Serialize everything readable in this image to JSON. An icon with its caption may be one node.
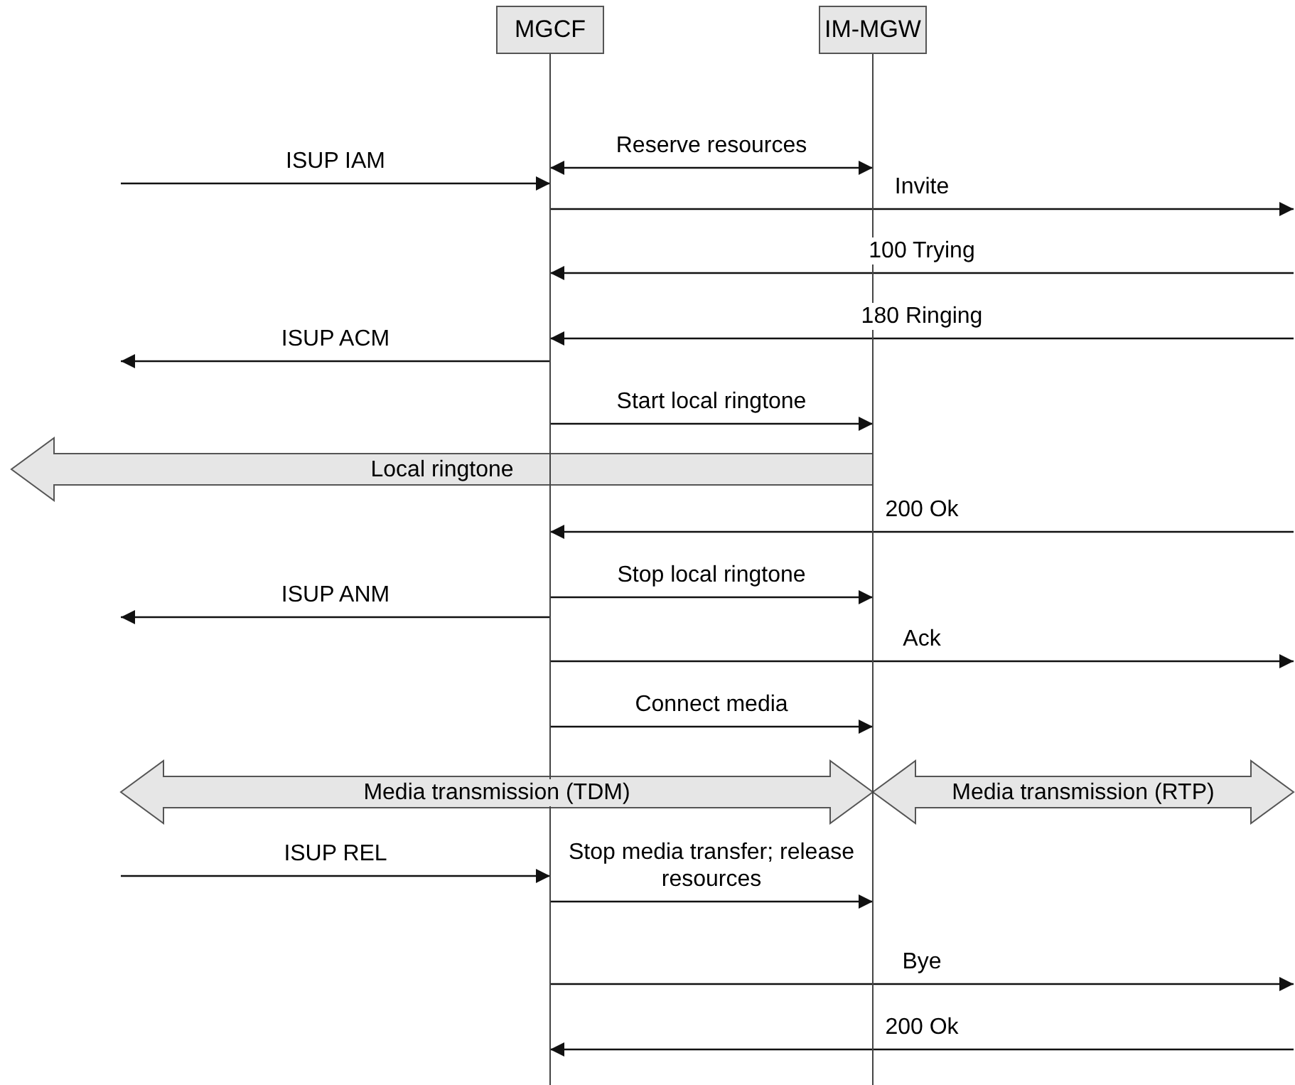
{
  "diagram": {
    "nodes": [
      {
        "text": [
          "MGCF"
        ]
      },
      {
        "text": [
          "IM-MGW"
        ]
      }
    ],
    "edges": [
      {
        "from": null,
        "to": 0,
        "arrow": "to",
        "label": "ISUP IAM"
      },
      {
        "from": 0,
        "to": 1,
        "arrow": "both",
        "label": "Reserve resources"
      },
      {
        "from": 0,
        "to": null,
        "arrow": "to",
        "label": "Invite"
      },
      {
        "from": null,
        "to": 0,
        "arrow": "to",
        "label": "100 Trying"
      },
      {
        "from": null,
        "to": 0,
        "arrow": "to",
        "label": "180 Ringing"
      },
      {
        "from": 0,
        "to": null,
        "arrow": "to",
        "label": "ISUP ACM"
      },
      {
        "from": 0,
        "to": 1,
        "arrow": "to",
        "label": "Start local ringtone"
      },
      {
        "from": 1,
        "to": null,
        "arrow": "to",
        "label": "Local ringtone",
        "style": "thick"
      },
      {
        "from": null,
        "to": 0,
        "arrow": "to",
        "label": "200 Ok"
      },
      {
        "from": 0,
        "to": 1,
        "arrow": "to",
        "label": "Stop local ringtone"
      },
      {
        "from": 0,
        "to": null,
        "arrow": "to",
        "label": "ISUP ANM"
      },
      {
        "from": 0,
        "to": null,
        "arrow": "to",
        "label": "Ack"
      },
      {
        "from": 0,
        "to": 1,
        "arrow": "to",
        "label": "Connect media"
      },
      {
        "from": null,
        "to": 1,
        "arrow": "both",
        "label": "Media transmission (TDM)",
        "style": "thick"
      },
      {
        "from": 1,
        "to": null,
        "arrow": "both",
        "label": "Media transmission (RTP)",
        "style": "thick"
      },
      {
        "from": null,
        "to": 0,
        "arrow": "to",
        "label": "ISUP REL"
      },
      {
        "from": 0,
        "to": 1,
        "arrow": "to",
        "label": "Stop media transfer; release resources"
      },
      {
        "from": 0,
        "to": null,
        "arrow": "to",
        "label": "Bye"
      },
      {
        "from": null,
        "to": 0,
        "arrow": "to",
        "label": "200 Ok"
      }
    ]
  }
}
